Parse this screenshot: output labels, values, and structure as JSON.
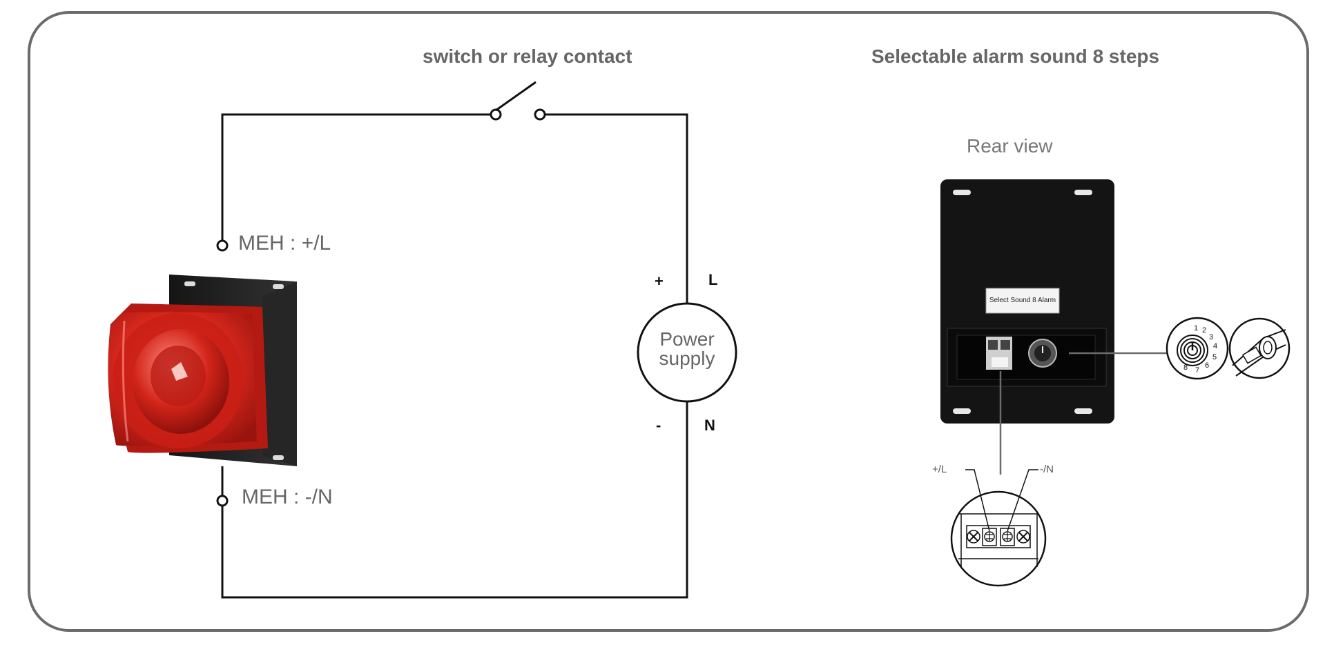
{
  "diagram": {
    "switch_label": "switch or relay contact",
    "selectable_title": "Selectable alarm sound 8 steps",
    "terminal_top": "MEH : +/L",
    "terminal_bottom": "MEH : -/N",
    "psu": {
      "line1": "Power",
      "line2": "supply",
      "plus": "+",
      "minus": "-",
      "L": "L",
      "N": "N"
    },
    "rear_view_label": "Rear view",
    "plate_label": "Select Sound 8 Alarm",
    "zoom_plus_label": "+/L",
    "zoom_minus_label": "-/N",
    "dial_numbers": [
      "1",
      "2",
      "3",
      "4",
      "5",
      "6",
      "7",
      "8"
    ]
  },
  "colors": {
    "frame": "#6b6b6b",
    "wire": "#111111",
    "sounder_red": "#d8281f",
    "housing_black": "#1c1c1c"
  }
}
